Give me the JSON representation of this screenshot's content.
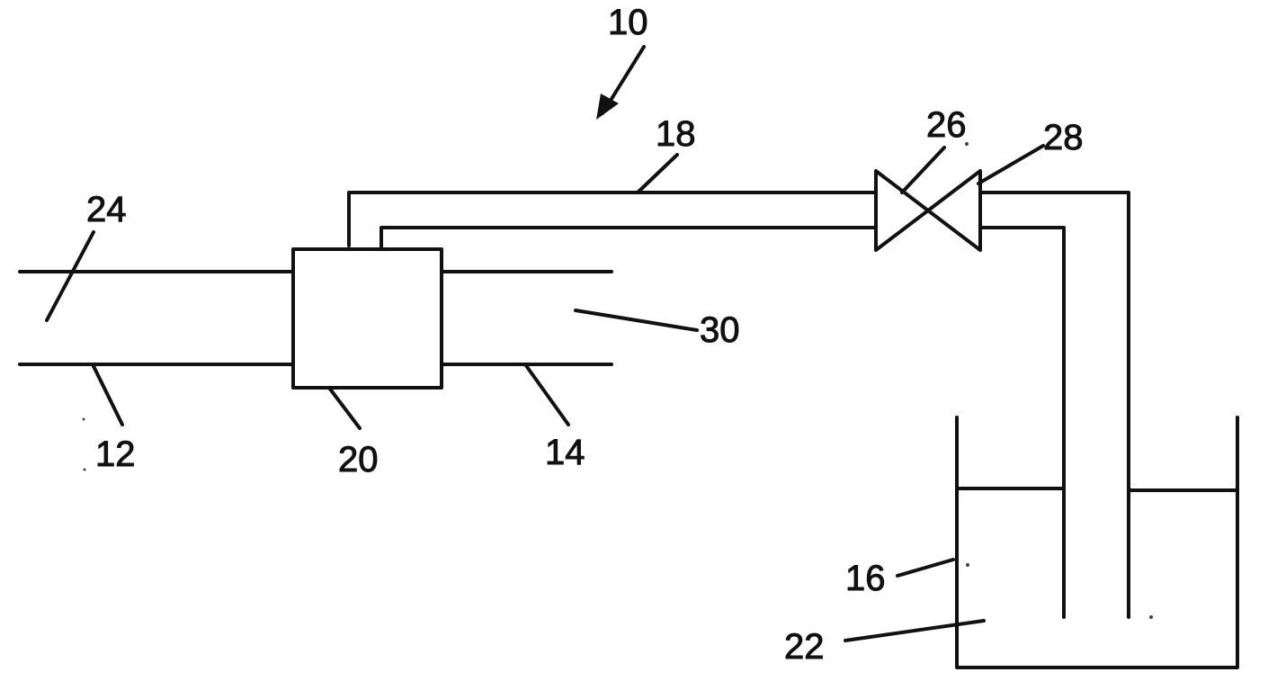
{
  "diagram": {
    "labels": {
      "system": "10",
      "inlet_pipe": "12",
      "outlet_pipe": "14",
      "liquid": "16",
      "bypass_line": "18",
      "unit": "20",
      "container": "22",
      "flow": "24",
      "valve_a": "26",
      "valve_b": "28",
      "outlet_flow": "30"
    }
  }
}
